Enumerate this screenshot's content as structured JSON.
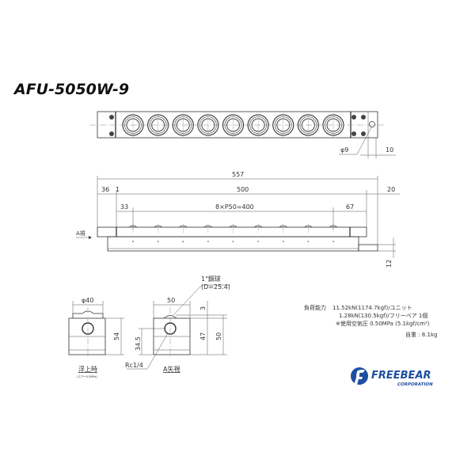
{
  "title": "AFU-5050W-9",
  "top_view": {
    "hole_dim": "φ9",
    "edge_dim": "10",
    "ball_count": 9
  },
  "side_view": {
    "overall": "557",
    "left_offset": "36",
    "gap": "1",
    "body_length": "500",
    "right_offset": "20",
    "first_pitch": "33",
    "pitch": "8×P50=400",
    "last_pitch": "67",
    "view_arrow": "A視",
    "foot_height": "12"
  },
  "end_views": {
    "left": {
      "width": "φ40",
      "height": "54",
      "label": "浮上時",
      "sublabel": "(エアー0.5MPa)"
    },
    "right": {
      "width": "50",
      "top": "3",
      "body_h": "47",
      "total_h": "50",
      "port_h": "34.5",
      "ball_label": "1\"鋼球",
      "ball_dia": "(D=25.4)",
      "port": "Rc1/4",
      "label": "A矢視"
    }
  },
  "specs": {
    "load_label": "負荷能力",
    "load_unit": "11.52kN(1174.7kgf)/ユニット",
    "load_ball": "1.28kN(130.5kgf)/フリーベア 1個",
    "air": "※使用空気圧 0.50MPa (5.1kgf/cm²)",
    "weight": "自重 : 8.1kg"
  },
  "logo": {
    "brand": "FREEBEAR",
    "sub": "CORPORATION",
    "color": "#1e4fa0"
  }
}
